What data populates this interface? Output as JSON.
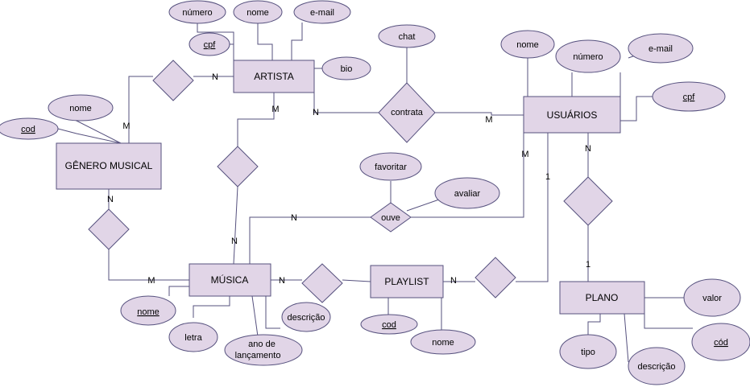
{
  "entities": {
    "artista": "ARTISTA",
    "usuarios": "USUÁRIOS",
    "genero": "GÊNERO MUSICAL",
    "musica": "MÚSICA",
    "playlist": "PLAYLIST",
    "plano": "PLANO"
  },
  "relationships": {
    "contrata": "contrata",
    "ouve": "ouve"
  },
  "attributes": {
    "artista_numero": "número",
    "artista_nome": "nome",
    "artista_email": "e-mail",
    "artista_cpf": "cpf",
    "artista_bio": "bio",
    "contrata_chat": "chat",
    "usuarios_nome": "nome",
    "usuarios_numero": "número",
    "usuarios_email": "e-mail",
    "usuarios_cpf": "cpf",
    "genero_nome": "nome",
    "genero_cod": "cod",
    "ouve_favoritar": "favoritar",
    "ouve_avaliar": "avaliar",
    "musica_nome": "nome",
    "musica_letra": "letra",
    "musica_ano_line1": "ano de",
    "musica_ano_line2": "lançamento",
    "musica_descricao": "descrição",
    "playlist_cod": "cod",
    "playlist_nome": "nome",
    "plano_valor": "valor",
    "plano_cod": "cód",
    "plano_tipo": "tipo",
    "plano_descricao": "descrição"
  },
  "cardinalities": {
    "artista_genero": "N",
    "genero_artista": "M",
    "artista_contrata": "N",
    "usuarios_contrata": "M",
    "artista_musica": "M",
    "musica_artista": "N",
    "genero_musica": "N",
    "musica_genero": "M",
    "ouve_musica": "N",
    "ouve_usuarios": "M",
    "usuarios_plano_top": "N",
    "usuarios_plano_bottom": "1",
    "musica_playlist": "N",
    "playlist_usuarios": "N",
    "usuarios_playlist": "1"
  }
}
